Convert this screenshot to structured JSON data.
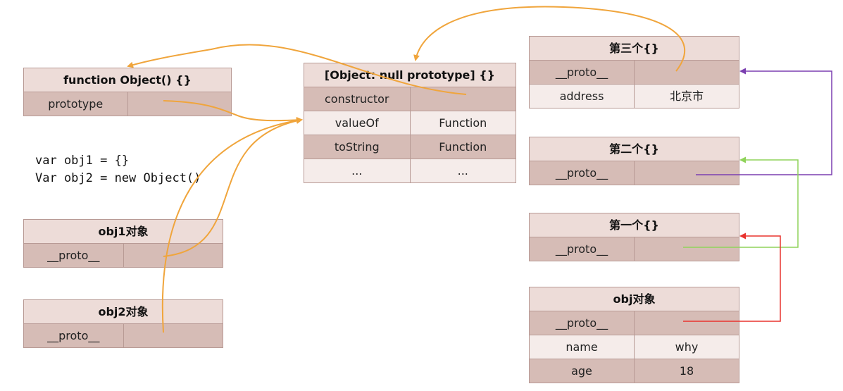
{
  "boxes": {
    "function_object": {
      "title": "function Object() {}",
      "rows": [
        [
          "prototype",
          ""
        ]
      ]
    },
    "null_proto": {
      "title": "[Object: null prototype] {}",
      "rows": [
        [
          "constructor",
          ""
        ],
        [
          "valueOf",
          "Function"
        ],
        [
          "toString",
          "Function"
        ],
        [
          "...",
          "..."
        ]
      ]
    },
    "third": {
      "title": "第三个{}",
      "rows": [
        [
          "__proto__",
          ""
        ],
        [
          "address",
          "北京市"
        ]
      ]
    },
    "second": {
      "title": "第二个{}",
      "rows": [
        [
          "__proto__",
          ""
        ]
      ]
    },
    "first": {
      "title": "第一个{}",
      "rows": [
        [
          "__proto__",
          ""
        ]
      ]
    },
    "obj": {
      "title": "obj对象",
      "rows": [
        [
          "__proto__",
          ""
        ],
        [
          "name",
          "why"
        ],
        [
          "age",
          "18"
        ]
      ]
    },
    "obj1": {
      "title": "obj1对象",
      "rows": [
        [
          "__proto__",
          ""
        ]
      ]
    },
    "obj2": {
      "title": "obj2对象",
      "rows": [
        [
          "__proto__",
          ""
        ]
      ]
    }
  },
  "code": [
    "var obj1 = {}",
    "Var obj2 = new Object()"
  ],
  "colors": {
    "orange": "#f0a53c",
    "purple": "#7b3fb0",
    "green": "#8fd35a",
    "red": "#e8332e"
  }
}
